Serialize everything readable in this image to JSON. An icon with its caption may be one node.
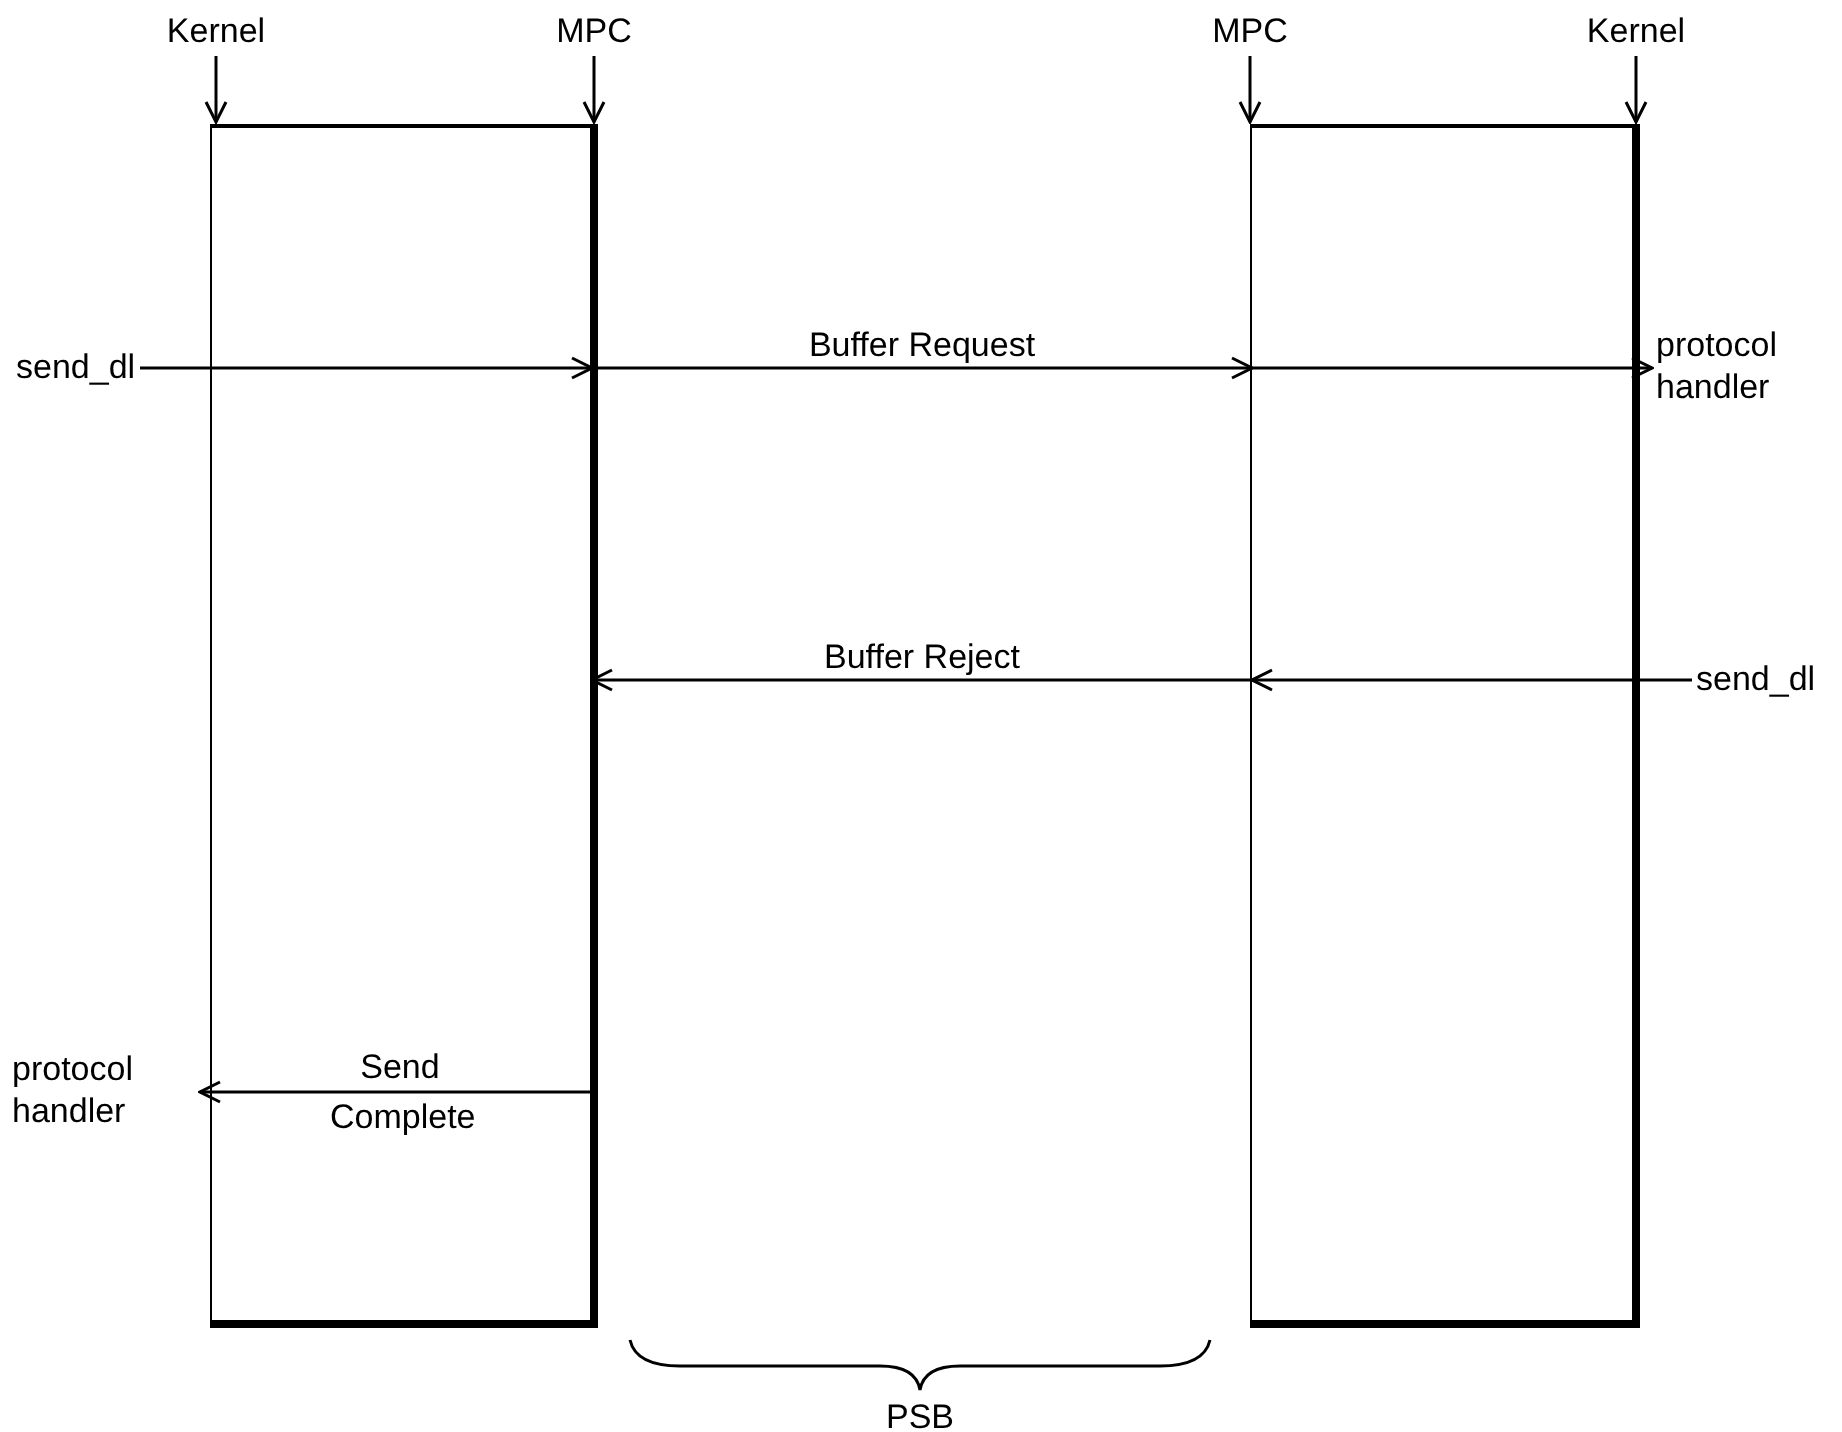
{
  "diagram": {
    "nodes": [
      {
        "text": [
          "Kernel"
        ]
      },
      {
        "text": [
          "MPC"
        ]
      },
      {
        "text": [
          "MPC"
        ]
      },
      {
        "text": [
          "Kernel"
        ]
      },
      {
        "text": [],
        "shape": "box"
      },
      {
        "text": [],
        "shape": "box"
      },
      {
        "text": [
          "send_dl"
        ]
      },
      {
        "text": [
          "protocol handler"
        ]
      },
      {
        "text": [
          "send_dl"
        ]
      },
      {
        "text": [
          "protocol handler"
        ]
      }
    ],
    "edges": [
      {
        "from": 0,
        "to": 4,
        "arrow": "to"
      },
      {
        "from": 1,
        "to": 4,
        "arrow": "to"
      },
      {
        "from": 2,
        "to": 5,
        "arrow": "to"
      },
      {
        "from": 3,
        "to": 5,
        "arrow": "to"
      },
      {
        "from": 6,
        "to": 4,
        "arrow": "to"
      },
      {
        "from": 4,
        "to": 5,
        "arrow": "to",
        "label": "Buffer Request"
      },
      {
        "from": 5,
        "to": 7,
        "arrow": "to"
      },
      {
        "from": 8,
        "to": 5,
        "arrow": "to"
      },
      {
        "from": 5,
        "to": 4,
        "arrow": "to",
        "label": "Buffer Reject"
      },
      {
        "from": 4,
        "to": 9,
        "arrow": "to",
        "label": "Send Complete"
      }
    ],
    "labels": [
      "PSB"
    ]
  }
}
